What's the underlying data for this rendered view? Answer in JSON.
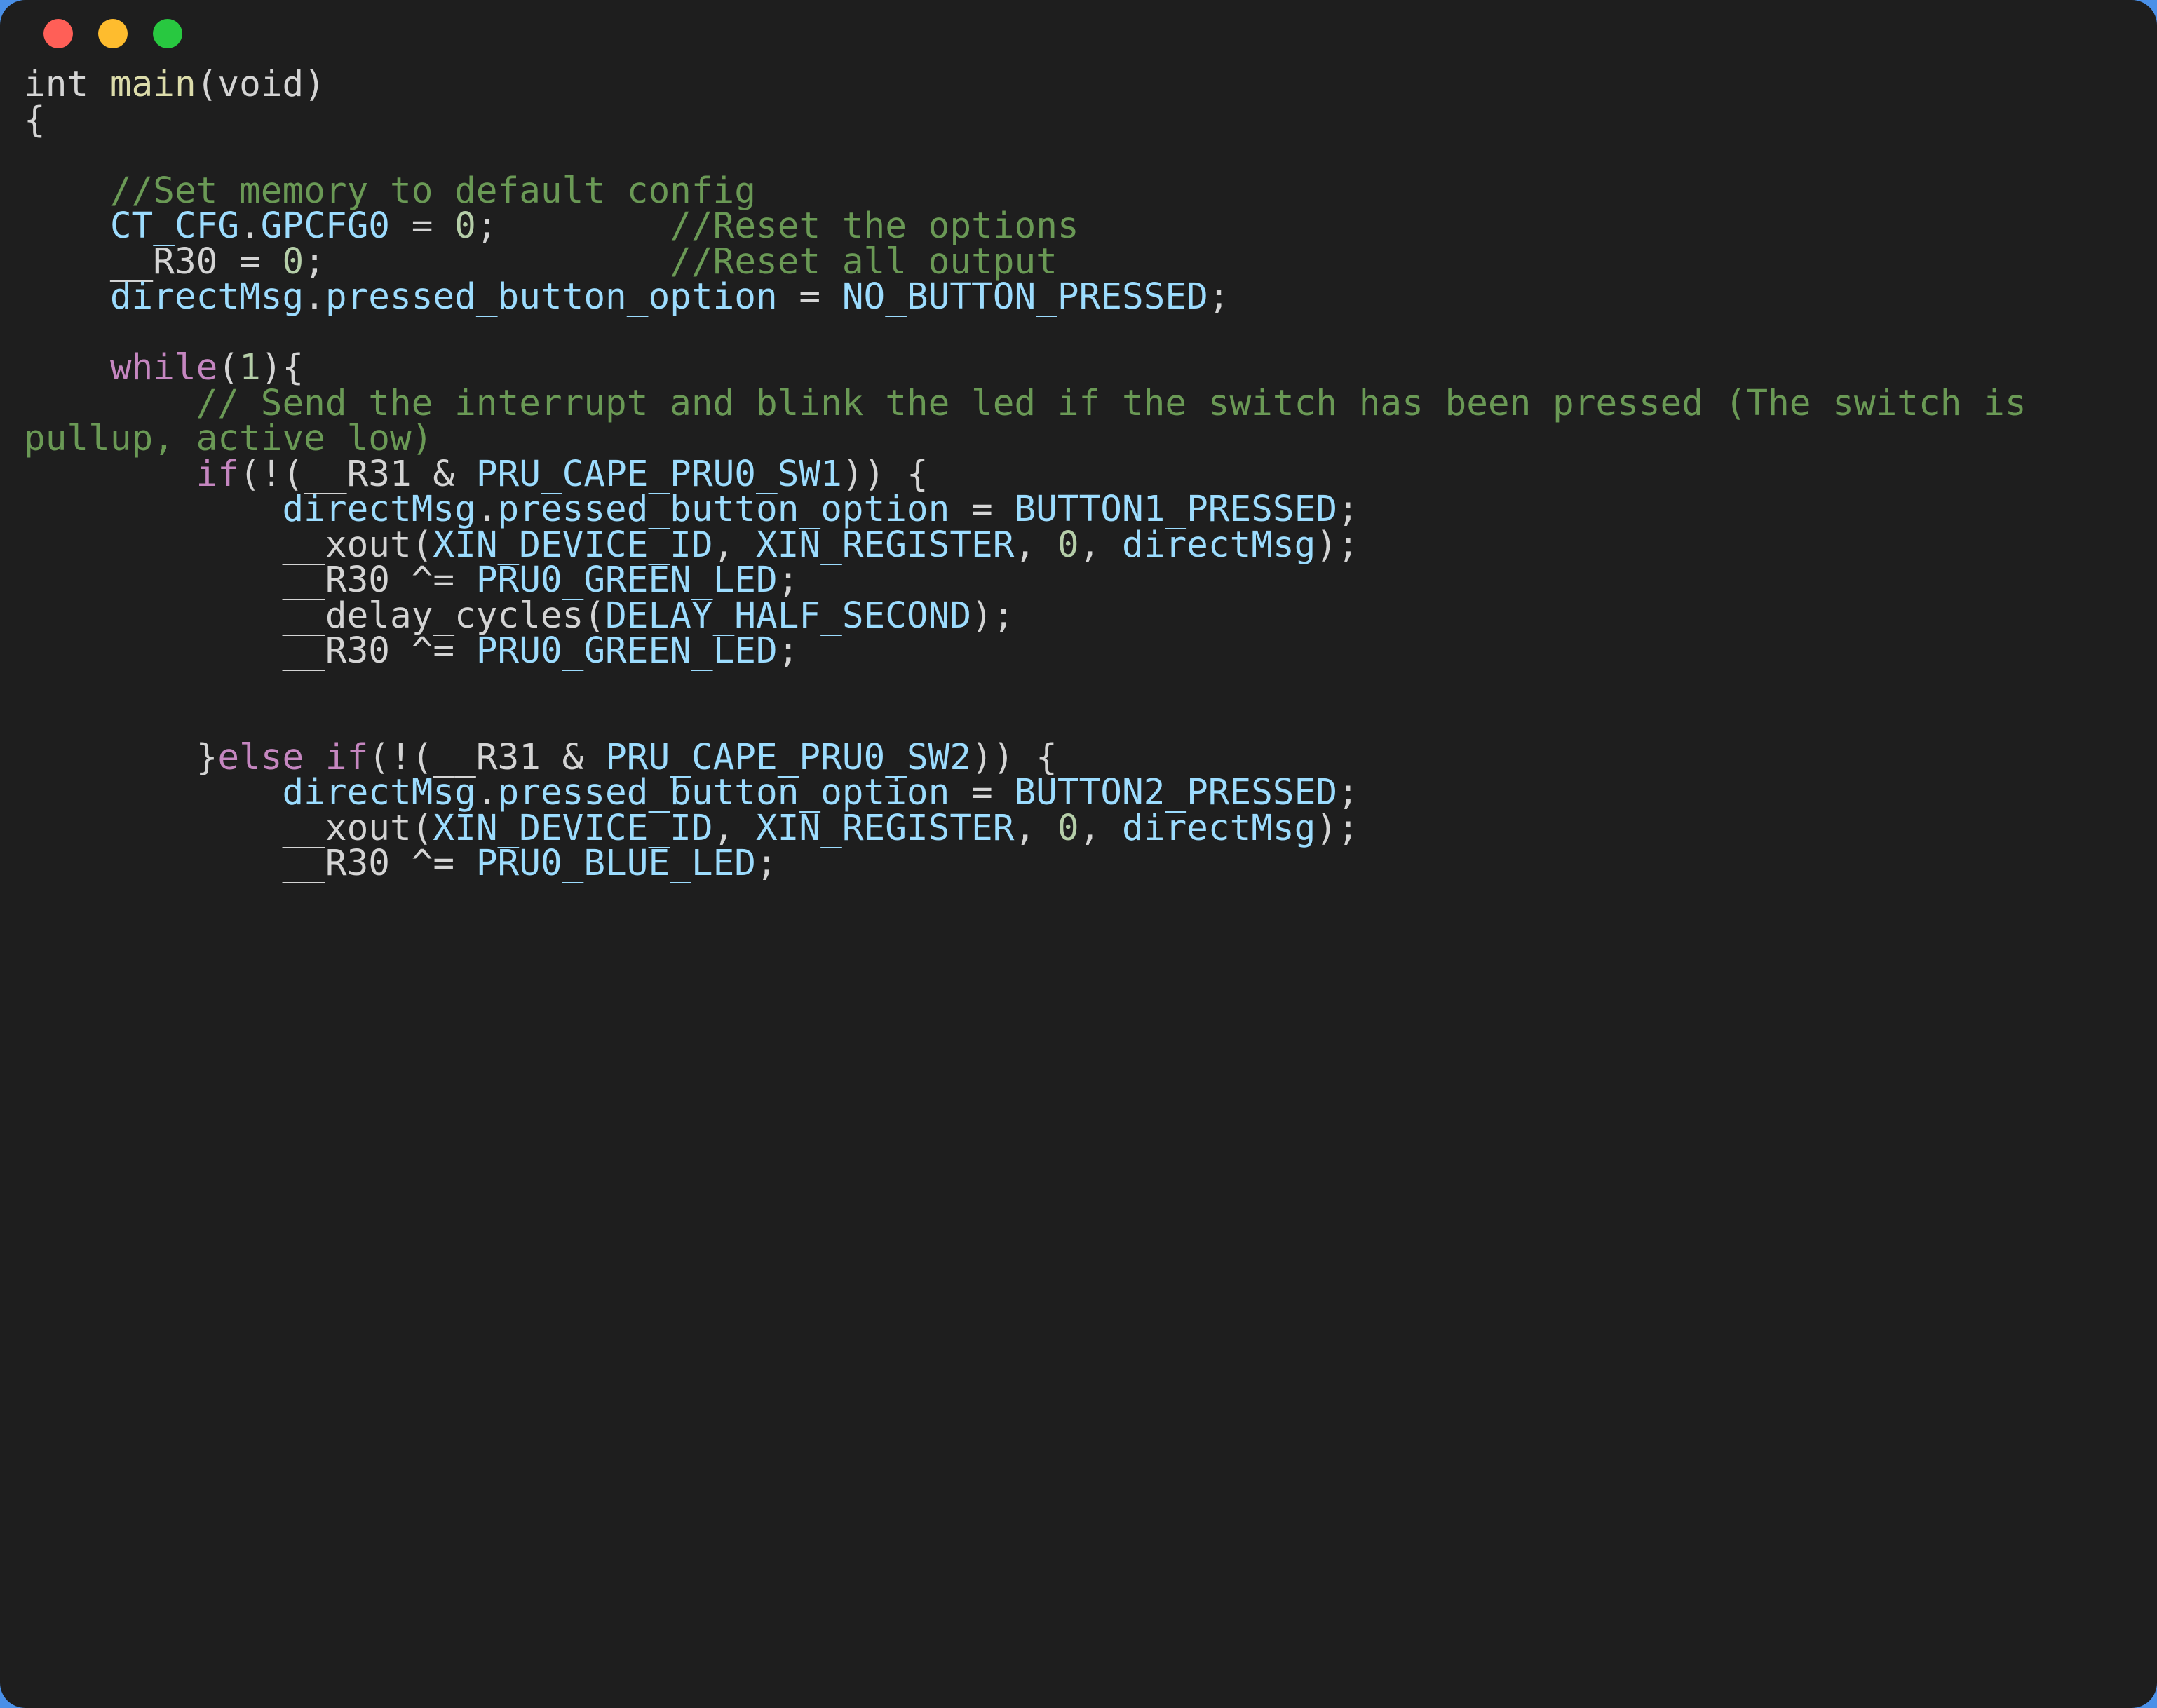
{
  "window": {
    "backdrop_color": "#4a90e8",
    "chrome_color": "#1e1e1e",
    "controls": [
      {
        "name": "close",
        "color": "#ff5f57"
      },
      {
        "name": "minimize",
        "color": "#febc2e"
      },
      {
        "name": "maximize",
        "color": "#28c840"
      }
    ]
  },
  "theme": {
    "background": "#1e1e1e",
    "foreground": "#d4d4d4",
    "comment": "#6a9955",
    "keyword": "#c586c0",
    "function": "#dcdcaa",
    "identifier": "#9cdcfe",
    "number": "#b5cea8"
  },
  "code": {
    "language": "c",
    "lines": [
      {
        "id": "l1",
        "tokens": [
          {
            "t": "plain",
            "v": "int "
          },
          {
            "t": "fn",
            "v": "main"
          },
          {
            "t": "punct",
            "v": "("
          },
          {
            "t": "plain",
            "v": "void"
          },
          {
            "t": "punct",
            "v": ")"
          }
        ]
      },
      {
        "id": "l2",
        "tokens": [
          {
            "t": "punct",
            "v": "{"
          }
        ]
      },
      {
        "id": "l3",
        "tokens": []
      },
      {
        "id": "l4",
        "tokens": [
          {
            "t": "plain",
            "v": "    "
          },
          {
            "t": "cmt",
            "v": "//Set memory to default config"
          }
        ]
      },
      {
        "id": "l5",
        "tokens": [
          {
            "t": "plain",
            "v": "    "
          },
          {
            "t": "ident",
            "v": "CT_CFG"
          },
          {
            "t": "punct",
            "v": "."
          },
          {
            "t": "ident",
            "v": "GPCFG0"
          },
          {
            "t": "op",
            "v": " = "
          },
          {
            "t": "num",
            "v": "0"
          },
          {
            "t": "punct",
            "v": ";"
          },
          {
            "t": "plain",
            "v": "        "
          },
          {
            "t": "cmt",
            "v": "//Reset the options"
          }
        ]
      },
      {
        "id": "l6",
        "tokens": [
          {
            "t": "plain",
            "v": "    "
          },
          {
            "t": "plain",
            "v": "__R30"
          },
          {
            "t": "op",
            "v": " = "
          },
          {
            "t": "num",
            "v": "0"
          },
          {
            "t": "punct",
            "v": ";"
          },
          {
            "t": "plain",
            "v": "                "
          },
          {
            "t": "cmt",
            "v": "//Reset all output"
          }
        ]
      },
      {
        "id": "l7",
        "tokens": [
          {
            "t": "plain",
            "v": "    "
          },
          {
            "t": "ident",
            "v": "directMsg"
          },
          {
            "t": "punct",
            "v": "."
          },
          {
            "t": "ident",
            "v": "pressed_button_option"
          },
          {
            "t": "op",
            "v": " = "
          },
          {
            "t": "ident",
            "v": "NO_BUTTON_PRESSED"
          },
          {
            "t": "punct",
            "v": ";"
          }
        ]
      },
      {
        "id": "l8",
        "tokens": []
      },
      {
        "id": "l9",
        "tokens": [
          {
            "t": "plain",
            "v": "    "
          },
          {
            "t": "kw",
            "v": "while"
          },
          {
            "t": "punct",
            "v": "("
          },
          {
            "t": "num",
            "v": "1"
          },
          {
            "t": "punct",
            "v": "){"
          }
        ]
      },
      {
        "id": "l10",
        "tokens": [
          {
            "t": "plain",
            "v": "        "
          },
          {
            "t": "cmt",
            "v": "// Send the interrupt and blink the led if the switch has been pressed (The switch is pullup, active low)"
          }
        ]
      },
      {
        "id": "l11",
        "tokens": [
          {
            "t": "plain",
            "v": "        "
          },
          {
            "t": "kw",
            "v": "if"
          },
          {
            "t": "punct",
            "v": "(!("
          },
          {
            "t": "plain",
            "v": "__R31"
          },
          {
            "t": "op",
            "v": " & "
          },
          {
            "t": "ident",
            "v": "PRU_CAPE_PRU0_SW1"
          },
          {
            "t": "punct",
            "v": ")) {"
          }
        ]
      },
      {
        "id": "l12",
        "tokens": [
          {
            "t": "plain",
            "v": "            "
          },
          {
            "t": "ident",
            "v": "directMsg"
          },
          {
            "t": "punct",
            "v": "."
          },
          {
            "t": "ident",
            "v": "pressed_button_option"
          },
          {
            "t": "op",
            "v": " = "
          },
          {
            "t": "ident",
            "v": "BUTTON1_PRESSED"
          },
          {
            "t": "punct",
            "v": ";"
          }
        ]
      },
      {
        "id": "l13",
        "tokens": [
          {
            "t": "plain",
            "v": "            "
          },
          {
            "t": "plain",
            "v": "__xout"
          },
          {
            "t": "punct",
            "v": "("
          },
          {
            "t": "ident",
            "v": "XIN_DEVICE_ID"
          },
          {
            "t": "punct",
            "v": ", "
          },
          {
            "t": "ident",
            "v": "XIN_REGISTER"
          },
          {
            "t": "punct",
            "v": ", "
          },
          {
            "t": "num",
            "v": "0"
          },
          {
            "t": "punct",
            "v": ", "
          },
          {
            "t": "ident",
            "v": "directMsg"
          },
          {
            "t": "punct",
            "v": ");"
          }
        ]
      },
      {
        "id": "l14",
        "tokens": [
          {
            "t": "plain",
            "v": "            "
          },
          {
            "t": "plain",
            "v": "__R30"
          },
          {
            "t": "op",
            "v": " ^= "
          },
          {
            "t": "ident",
            "v": "PRU0_GREEN_LED"
          },
          {
            "t": "punct",
            "v": ";"
          }
        ]
      },
      {
        "id": "l15",
        "tokens": [
          {
            "t": "plain",
            "v": "            "
          },
          {
            "t": "plain",
            "v": "__delay_cycles"
          },
          {
            "t": "punct",
            "v": "("
          },
          {
            "t": "ident",
            "v": "DELAY_HALF_SECOND"
          },
          {
            "t": "punct",
            "v": ");"
          }
        ]
      },
      {
        "id": "l16",
        "tokens": [
          {
            "t": "plain",
            "v": "            "
          },
          {
            "t": "plain",
            "v": "__R30"
          },
          {
            "t": "op",
            "v": " ^= "
          },
          {
            "t": "ident",
            "v": "PRU0_GREEN_LED"
          },
          {
            "t": "punct",
            "v": ";"
          }
        ]
      },
      {
        "id": "l17",
        "tokens": []
      },
      {
        "id": "l18",
        "tokens": []
      },
      {
        "id": "l19",
        "tokens": [
          {
            "t": "plain",
            "v": "        "
          },
          {
            "t": "punct",
            "v": "}"
          },
          {
            "t": "kw",
            "v": "else if"
          },
          {
            "t": "punct",
            "v": "(!("
          },
          {
            "t": "plain",
            "v": "__R31"
          },
          {
            "t": "op",
            "v": " & "
          },
          {
            "t": "ident",
            "v": "PRU_CAPE_PRU0_SW2"
          },
          {
            "t": "punct",
            "v": ")) {"
          }
        ]
      },
      {
        "id": "l20",
        "tokens": [
          {
            "t": "plain",
            "v": "            "
          },
          {
            "t": "ident",
            "v": "directMsg"
          },
          {
            "t": "punct",
            "v": "."
          },
          {
            "t": "ident",
            "v": "pressed_button_option"
          },
          {
            "t": "op",
            "v": " = "
          },
          {
            "t": "ident",
            "v": "BUTTON2_PRESSED"
          },
          {
            "t": "punct",
            "v": ";"
          }
        ]
      },
      {
        "id": "l21",
        "tokens": [
          {
            "t": "plain",
            "v": "            "
          },
          {
            "t": "plain",
            "v": "__xout"
          },
          {
            "t": "punct",
            "v": "("
          },
          {
            "t": "ident",
            "v": "XIN_DEVICE_ID"
          },
          {
            "t": "punct",
            "v": ", "
          },
          {
            "t": "ident",
            "v": "XIN_REGISTER"
          },
          {
            "t": "punct",
            "v": ", "
          },
          {
            "t": "num",
            "v": "0"
          },
          {
            "t": "punct",
            "v": ", "
          },
          {
            "t": "ident",
            "v": "directMsg"
          },
          {
            "t": "punct",
            "v": ");"
          }
        ]
      },
      {
        "id": "l22",
        "tokens": [
          {
            "t": "plain",
            "v": "            "
          },
          {
            "t": "plain",
            "v": "__R30"
          },
          {
            "t": "op",
            "v": " ^= "
          },
          {
            "t": "ident",
            "v": "PRU0_BLUE_LED"
          },
          {
            "t": "punct",
            "v": ";"
          }
        ]
      }
    ]
  }
}
